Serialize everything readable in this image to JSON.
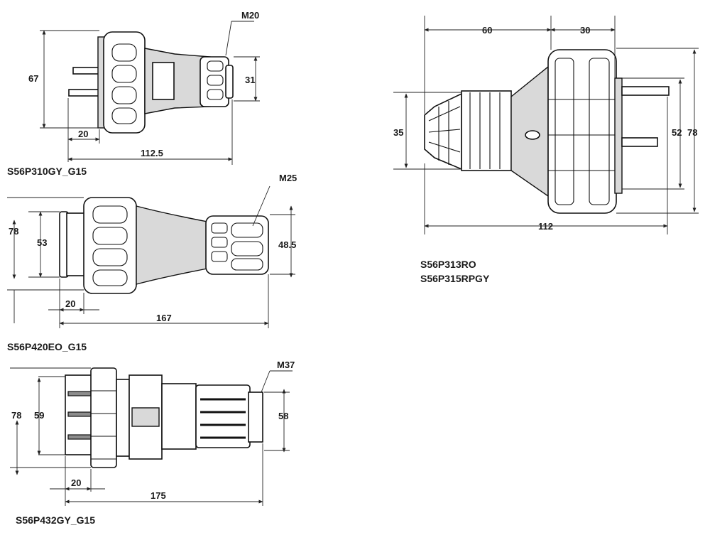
{
  "drawings": {
    "s56p310": {
      "caption": "S56P310GY_G15",
      "thread": "M20",
      "height": "67",
      "nose_height": "31",
      "pin_length": "20",
      "overall_length": "112.5"
    },
    "s56p420": {
      "caption": "S56P420EO_G15",
      "thread": "M25",
      "height": "78",
      "inner_height": "53",
      "nose_height": "48.5",
      "pin_length": "20",
      "overall_length": "167"
    },
    "s56p432": {
      "caption": "S56P432GY_G15",
      "thread": "M37",
      "height": "78",
      "inner_height": "59",
      "nose_height": "58",
      "pin_length": "20",
      "overall_length": "175"
    },
    "s56p313": {
      "caption_line1": "S56P313RO",
      "caption_line2": "S56P315RPGY",
      "top_left": "60",
      "top_right": "30",
      "nose_height": "35",
      "pin_span": "52",
      "height": "78",
      "overall_length": "112"
    }
  }
}
